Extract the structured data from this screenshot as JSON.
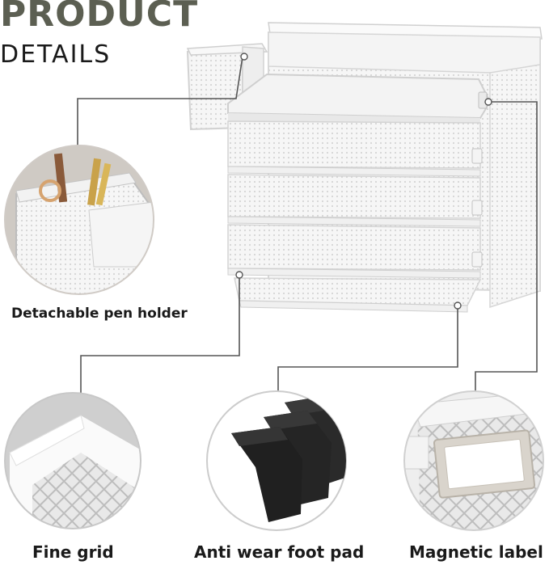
{
  "header": {
    "title": "PRODUCT",
    "subtitle": "DETAILS"
  },
  "features": [
    {
      "label": "Detachable pen holder",
      "icon": "pen-holder-detail"
    },
    {
      "label": "Fine grid",
      "icon": "fine-grid-detail"
    },
    {
      "label": "Anti wear foot pad",
      "icon": "foam-pad-detail"
    },
    {
      "label": "Magnetic label",
      "icon": "magnetic-label-detail"
    }
  ],
  "colors": {
    "title": "#5c5f52",
    "callout_line": "#555555",
    "product": "#f2f2f2",
    "foam": "#2a2a2a"
  }
}
